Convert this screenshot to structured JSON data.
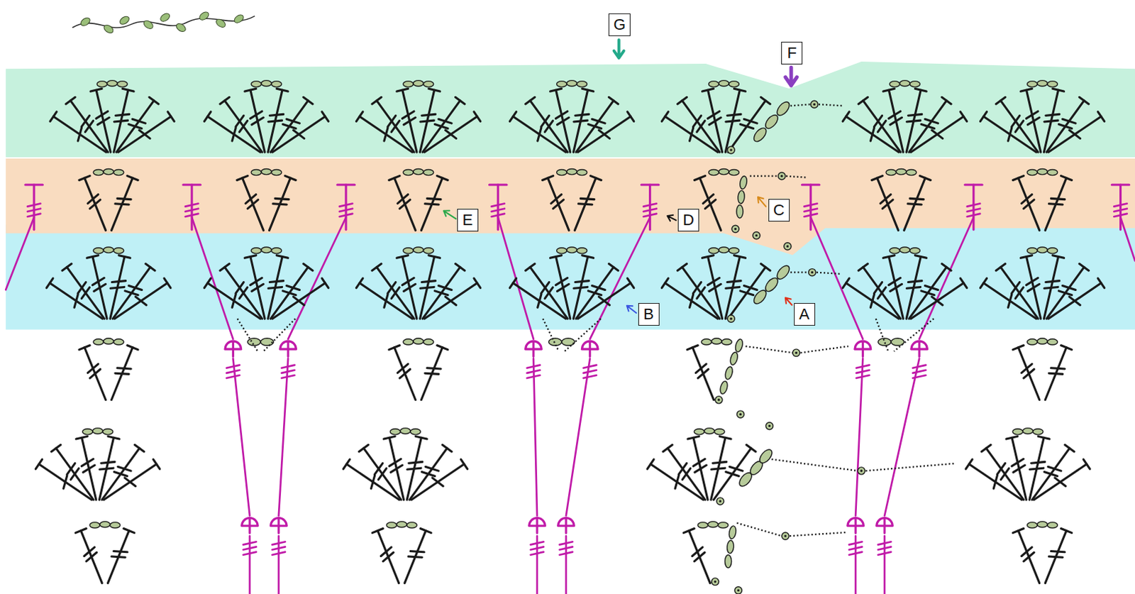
{
  "diagram": {
    "nodes": [
      {
        "text": [
          "G"
        ]
      },
      {
        "text": [
          "F"
        ]
      },
      {
        "text": [
          "C"
        ]
      },
      {
        "text": [
          "E"
        ]
      },
      {
        "text": [
          "D"
        ]
      },
      {
        "text": [
          "B"
        ]
      },
      {
        "text": [
          "A"
        ]
      }
    ]
  }
}
